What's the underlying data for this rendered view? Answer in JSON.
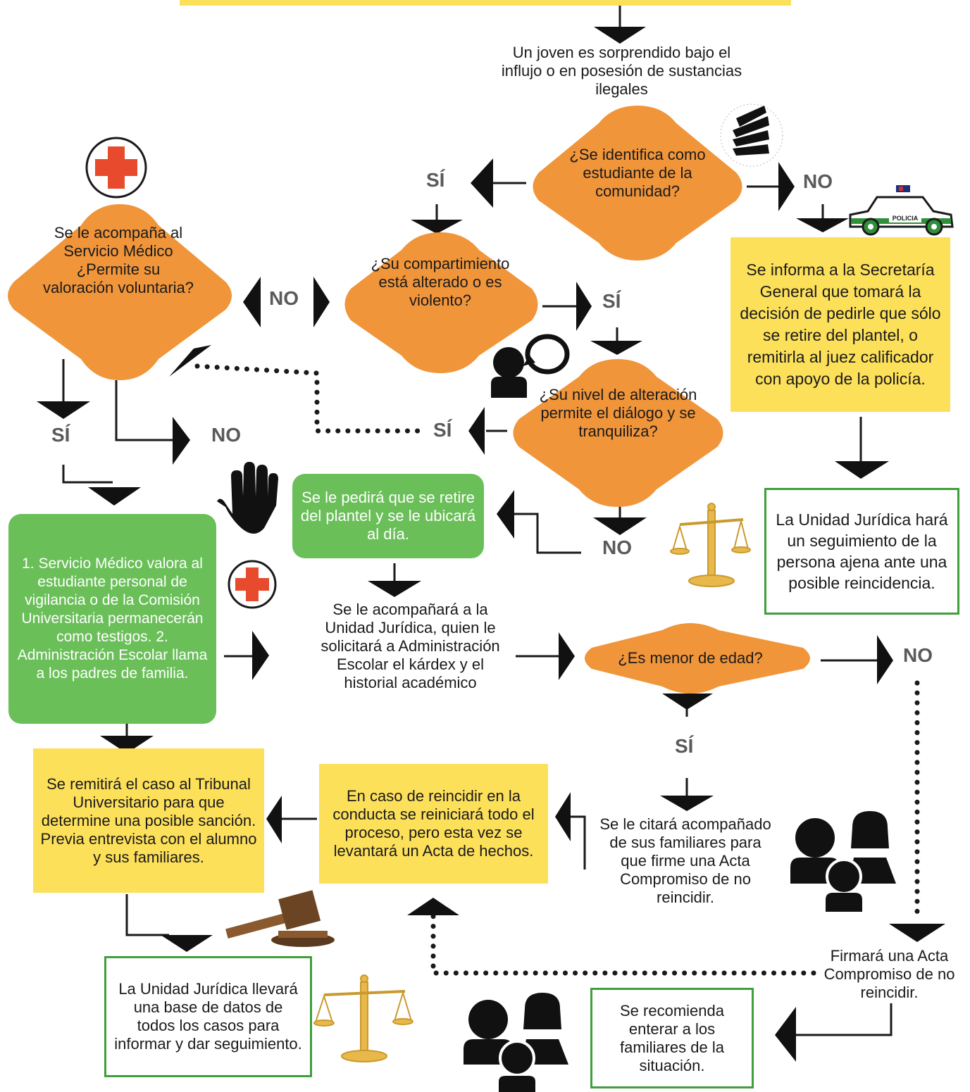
{
  "start": "Un joven es sorprendido bajo el influjo o en posesión de sustancias ilegales",
  "decision_identifica": "¿Se identifica como estudiante de la comunidad?",
  "decision_comportamiento": "¿Su compartimiento está alterado o es violento?",
  "decision_servicio_medico": "Se le acompaña al Servicio Médico ¿Permite su valoración voluntaria?",
  "decision_nivel": "¿Su nivel de alteración permite el diálogo y se tranquiliza?",
  "decision_menor": "¿Es menor de edad?",
  "box_secretaria": "Se informa a la Secretaría General que tomará la decisión de pedirle que sólo se retire del plantel, o remitirla al juez calificador con apoyo de la policía.",
  "box_unidad_ajena": "La Unidad Jurídica hará un seguimiento de la persona ajena ante una posible reincidencia.",
  "box_retire": "Se le pedirá que se retire del plantel y se le ubicará al día.",
  "box_servicio": "1. Servicio Médico valora al estudiante personal de vigilancia o de la Comisión Universitaria permanecerán como testigos. 2. Administración Escolar llama a los padres de familia.",
  "text_unidad_juridica": "Se le acompañará a la Unidad Jurídica, quien le solicitará a Administración Escolar el kárdex y el historial académico",
  "box_tribunal": "Se remitirá el caso al Tribunal Universitario para que determine una posible sanción. Previa entrevista con el alumno y sus familiares.",
  "box_reincidir": "En caso de reincidir en la conducta se reiniciará todo el proceso, pero esta vez se levantará un Acta de hechos.",
  "text_citara": "Se le citará acompañado de sus familiares para que firme una Acta Compromiso de no reincidir.",
  "text_firmara": "Firmará una Acta Compromiso de no reincidir.",
  "box_base_datos": "La Unidad Jurídica llevará una base de datos de todos los casos para informar y dar seguimiento.",
  "box_recomienda": "Se recomienda enterar a los familiares de la situación.",
  "labels": {
    "si": "SÍ",
    "no": "NO"
  },
  "police_label": "POLICIA",
  "colors": {
    "orange": "#f0953a",
    "yellow": "#fde05a",
    "green": "#6abf59",
    "outline_green": "#3f9f3a",
    "red": "#e84a2d",
    "gold": "#e8b84a"
  }
}
